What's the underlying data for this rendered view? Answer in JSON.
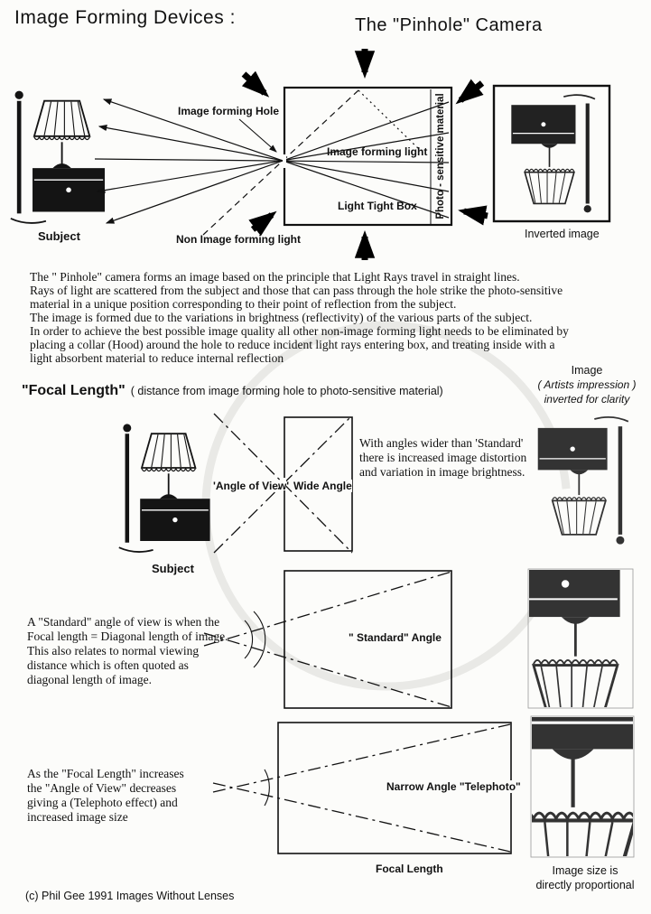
{
  "header": {
    "title_left": "Image Forming Devices :",
    "title_right": "The  \"Pinhole\" Camera"
  },
  "top_diagram": {
    "hole_label": "Image forming Hole",
    "image_forming_light_label": "Image forming light",
    "box_label": "Light Tight Box",
    "photo_material_label": "Photo - sensitive material",
    "subject_label": "Subject",
    "non_image_label": "Non Image forming light",
    "inverted_label": "Inverted image"
  },
  "description": {
    "lines": [
      "The \" Pinhole\" camera forms an image based on the principle that Light Rays travel in  straight lines.",
      "Rays of light are scattered from the subject and those that can pass through the hole strike the photo-sensitive",
      "material in a unique position corresponding to their point of reflection from the subject.",
      "The image is formed due to the variations in brightness (reflectivity) of the various parts of the subject.",
      "In order to achieve the best possible image quality all other non-image forming light needs to be eliminated by",
      "placing a collar (Hood) around the hole to reduce incident light rays entering box, and treating inside with a",
      "light absorbent material to reduce internal reflection"
    ]
  },
  "focal_section": {
    "heading": "\"Focal Length\"",
    "subheading": "( distance from image forming hole to photo-sensitive material)",
    "artist_caption_lines": [
      "Image",
      "( Artists impression )",
      "inverted for clarity"
    ]
  },
  "wide_angle": {
    "subject_label": "Subject",
    "angle_of_view_label": "'Angle of View'",
    "box_label": "Wide Angle",
    "note_lines": [
      "With angles wider than 'Standard'",
      "there is increased image distortion",
      "and variation in image brightness."
    ]
  },
  "standard_angle": {
    "box_label": "\" Standard\" Angle",
    "note_lines": [
      "A \"Standard\" angle of view is when the",
      " Focal length = Diagonal length of image.",
      "This also relates to normal viewing",
      "distance which is often quoted as",
      "diagonal length of image."
    ]
  },
  "telephoto": {
    "box_label": "Narrow Angle \"Telephoto\"",
    "note_lines": [
      "As the \"Focal Length\" increases",
      "the \"Angle of View\" decreases",
      "giving a (Telephoto effect) and",
      "increased image size"
    ],
    "focal_length_label": "Focal Length",
    "caption_lines": [
      "Image size is",
      "directly proportional"
    ]
  },
  "footer": {
    "credit": "(c) Phil Gee 1991 Images Without Lenses"
  }
}
